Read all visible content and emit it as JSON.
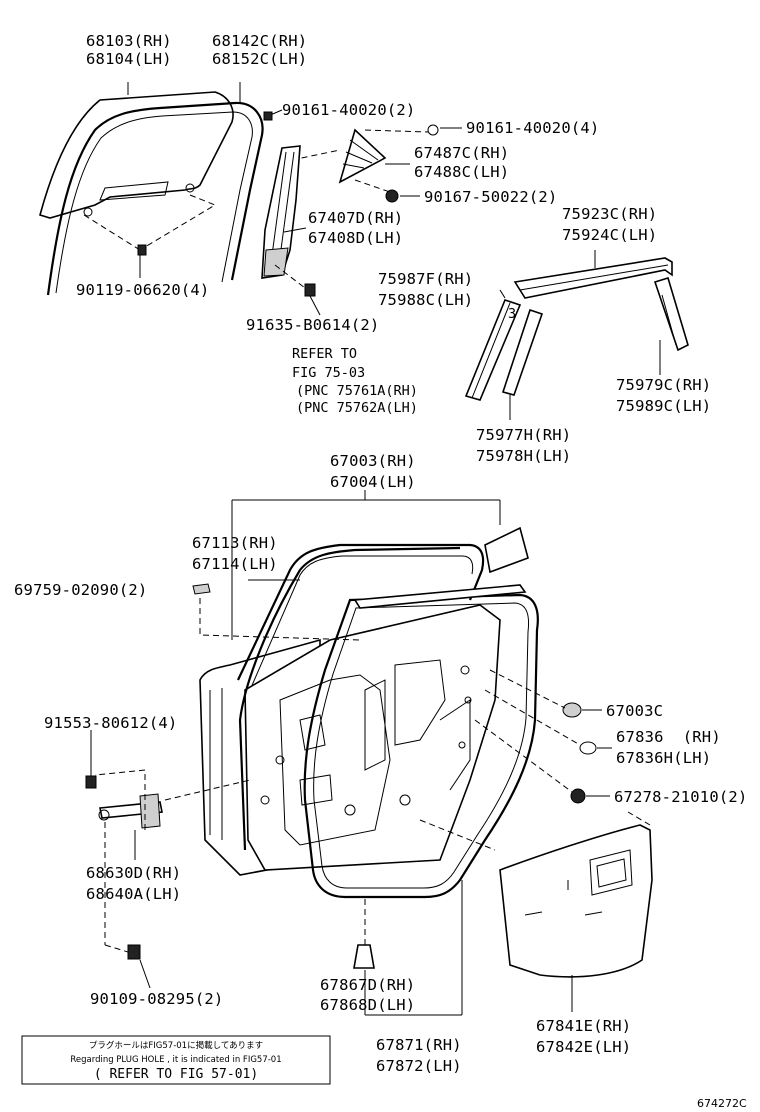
{
  "labels": {
    "p68103": "68103(RH)",
    "p68104": "68104(LH)",
    "p68142c": "68142C(RH)",
    "p68152c": "68152C(LH)",
    "p90161_2": "90161-40020(2)",
    "p90161_4": "90161-40020(4)",
    "p67487c": "67487C(RH)",
    "p67488c": "67488C(LH)",
    "p90167": "90167-50022(2)",
    "p67407d": "67407D(RH)",
    "p67408d": "67408D(LH)",
    "p75923c": "75923C(RH)",
    "p75924c": "75924C(LH)",
    "p90119": "90119-06620(4)",
    "p75987f": "75987F(RH)",
    "p75988c": "75988C(LH)",
    "p91635": "91635-B0614(2)",
    "ref1": "REFER TO",
    "ref2": "FIG 75-03",
    "ref3": "(PNC 75761A(RH)",
    "ref4": "(PNC 75762A(LH)",
    "p75979c": "75979C(RH)",
    "p75989c": "75989C(LH)",
    "p75977h": "75977H(RH)",
    "p75978h": "75978H(LH)",
    "p67003": "67003(RH)",
    "p67004": "67004(LH)",
    "p67113": "67113(RH)",
    "p67114": "67114(LH)",
    "p69759": "69759-02090(2)",
    "p67003c": "67003C",
    "p91553": "91553-80612(4)",
    "p67836": "67836  (RH)",
    "p67836h": "67836H(LH)",
    "p67278": "67278-21010(2)",
    "p68630d": "68630D(RH)",
    "p68640a": "68640A(LH)",
    "p67867d": "67867D(RH)",
    "p67868d": "67868D(LH)",
    "p90109": "90109-08295(2)",
    "p67841e": "67841E(RH)",
    "p67842e": "67842E(LH)",
    "p67871": "67871(RH)",
    "p67872": "67872(LH)"
  },
  "note": {
    "jp": "プラグホールはFIG57-01に掲載してあります",
    "en": "Regarding PLUG HOLE , it is indicated in FIG57-01",
    "refer": "( REFER TO FIG 57-01)"
  },
  "figure_id": "674272C"
}
